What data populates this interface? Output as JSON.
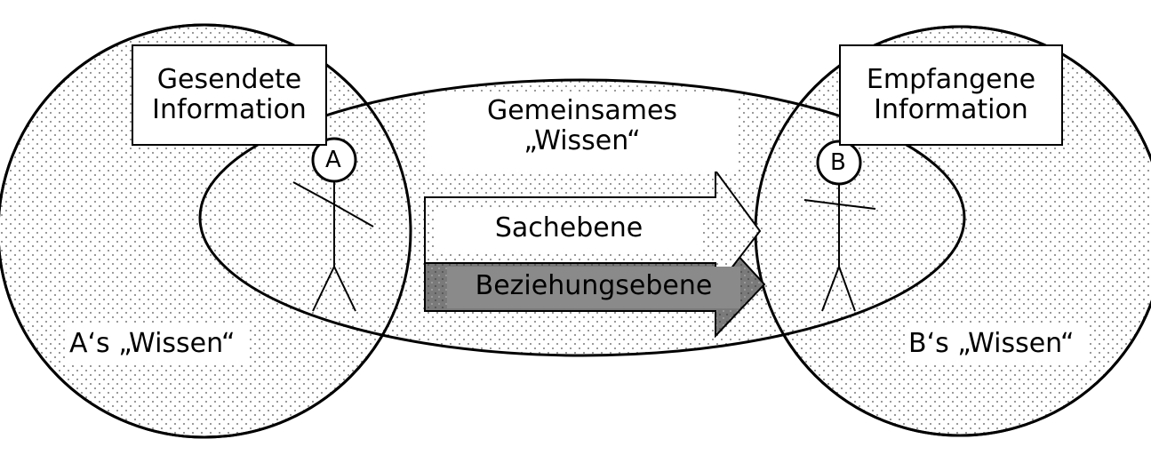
{
  "sent_info": {
    "line1": "Gesendete",
    "line2": "Information"
  },
  "received_info": {
    "line1": "Empfangene",
    "line2": "Information"
  },
  "common_knowledge": {
    "line1": "Gemeinsames",
    "line2": "„Wissen“"
  },
  "factual_level": "Sachebene",
  "relationship_level": "Beziehungsebene",
  "person_a": {
    "letter": "A",
    "knowledge": "A‘s „Wissen“"
  },
  "person_b": {
    "letter": "B",
    "knowledge": "B‘s „Wissen“"
  },
  "colors": {
    "fill": "#ffffff",
    "dots": "#9a9a9a",
    "outline": "#000000",
    "relationship_bar": "#7a7a7a",
    "relationship_label_bg": "#8a8a8a"
  }
}
